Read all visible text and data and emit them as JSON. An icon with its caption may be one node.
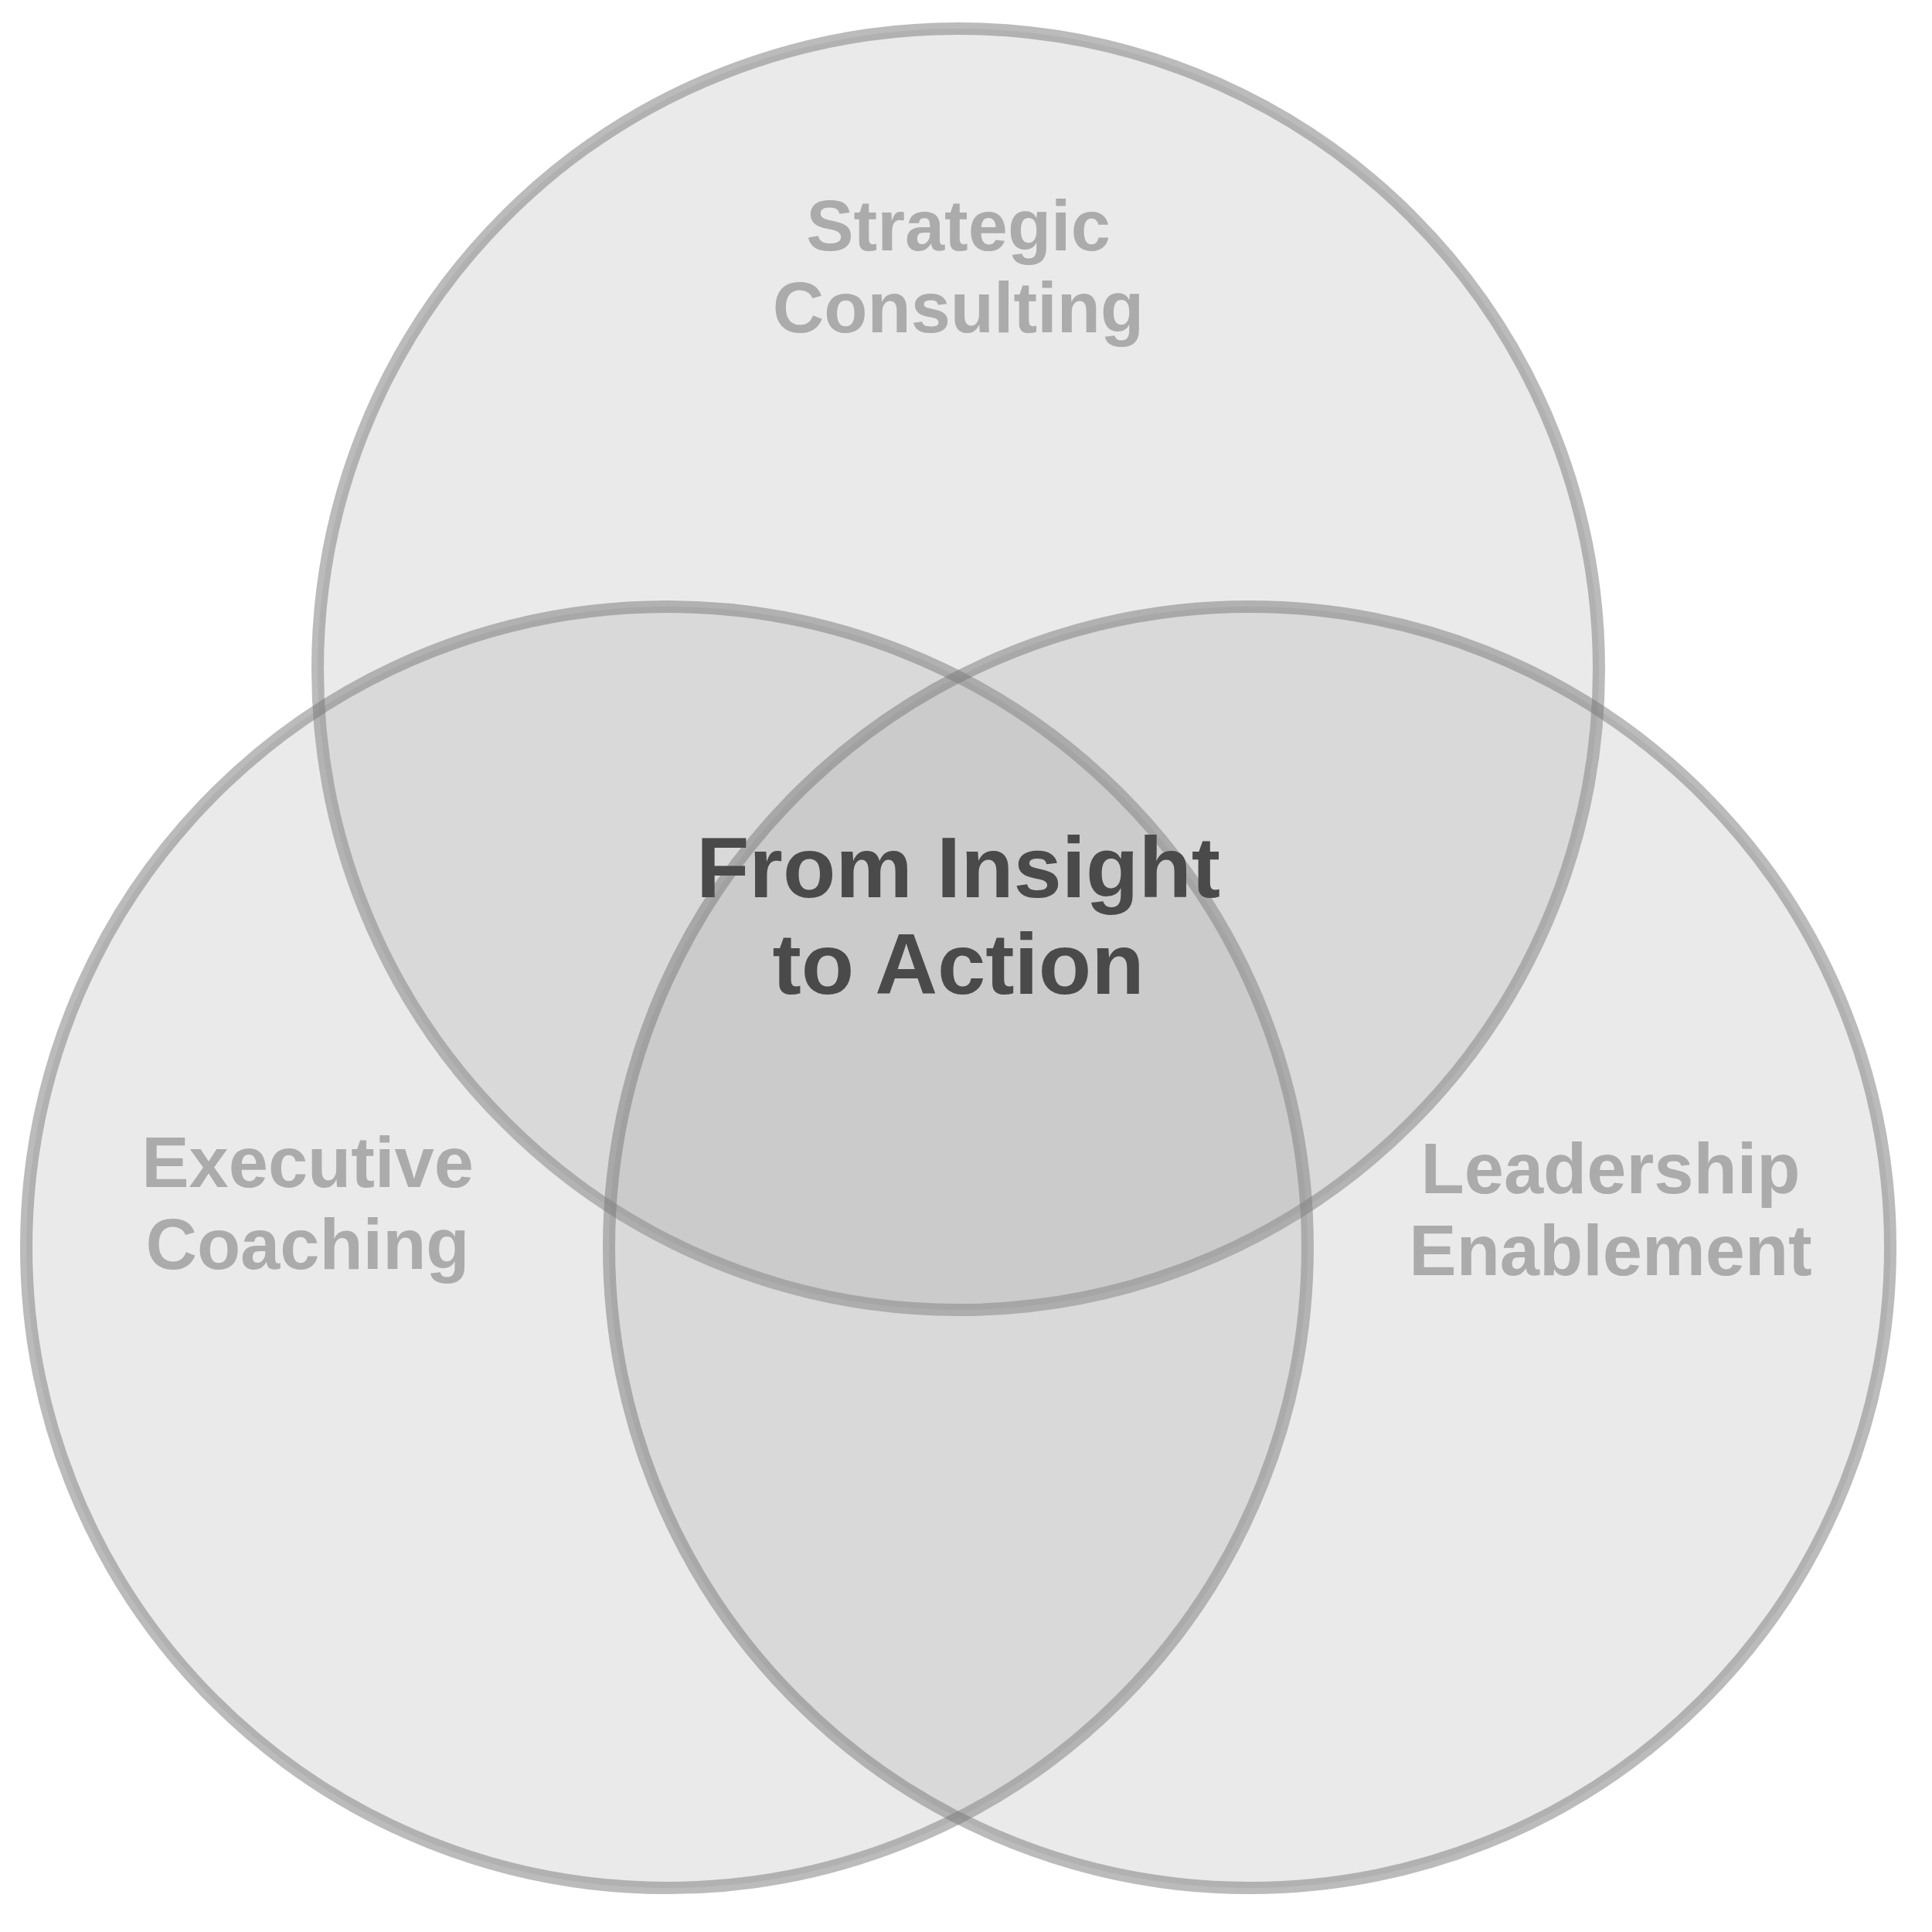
{
  "diagram": {
    "nodes": [
      {
        "text": [
          "Strategic Consulting"
        ]
      },
      {
        "text": [
          "Executive Coaching"
        ]
      },
      {
        "text": [
          "Leadership Enablement"
        ]
      }
    ],
    "edges": [],
    "labels": [
      "From Insight to Action"
    ]
  }
}
